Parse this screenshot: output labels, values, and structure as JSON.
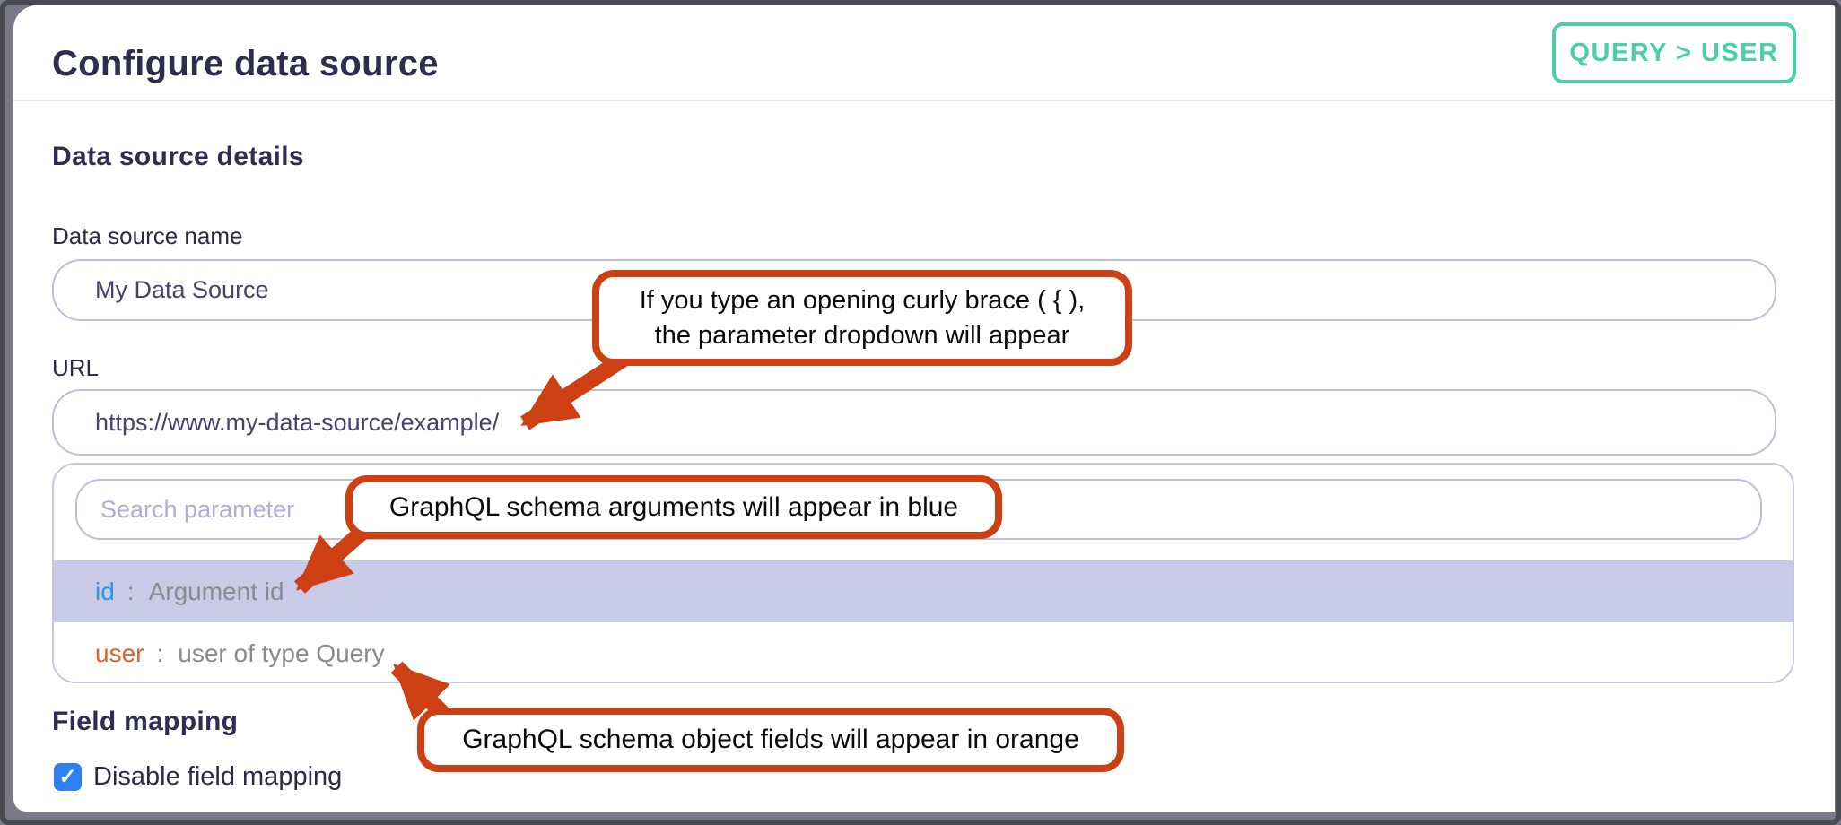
{
  "header": {
    "title": "Configure data source",
    "badge_label": "QUERY > USER"
  },
  "details": {
    "section_heading": "Data source details",
    "name_label": "Data source name",
    "name_value": "My Data Source",
    "url_label": "URL",
    "url_value": "https://www.my-data-source/example/"
  },
  "dropdown": {
    "search_placeholder": "Search parameter",
    "items": [
      {
        "name": "id",
        "separator": ":",
        "description": "Argument id",
        "kind": "argument",
        "highlighted": true
      },
      {
        "name": "user",
        "separator": ":",
        "description": "user of type Query",
        "kind": "object-field",
        "highlighted": false
      }
    ]
  },
  "field_mapping": {
    "section_heading": "Field mapping",
    "checkbox_label": "Disable field mapping",
    "checkbox_checked": true
  },
  "callouts": {
    "curly_brace": {
      "line1": "If you type an opening curly brace ( { ),",
      "line2": "the parameter dropdown will appear"
    },
    "arguments_blue": {
      "text": "GraphQL schema arguments will appear in blue"
    },
    "fields_orange": {
      "text": "GraphQL schema object fields will appear in orange"
    }
  },
  "icons": {
    "checkmark": "✓"
  },
  "colors": {
    "accent_teal": "#4ccfa8",
    "annotation_orange": "#cd4013",
    "argument_blue": "#2e97de",
    "object_field_orange": "#e2602d",
    "highlight_lavender": "#c9c9e8",
    "input_border": "#bdbdde",
    "checkbox_blue": "#2e80f0",
    "heading_navy": "#2e2e52"
  }
}
